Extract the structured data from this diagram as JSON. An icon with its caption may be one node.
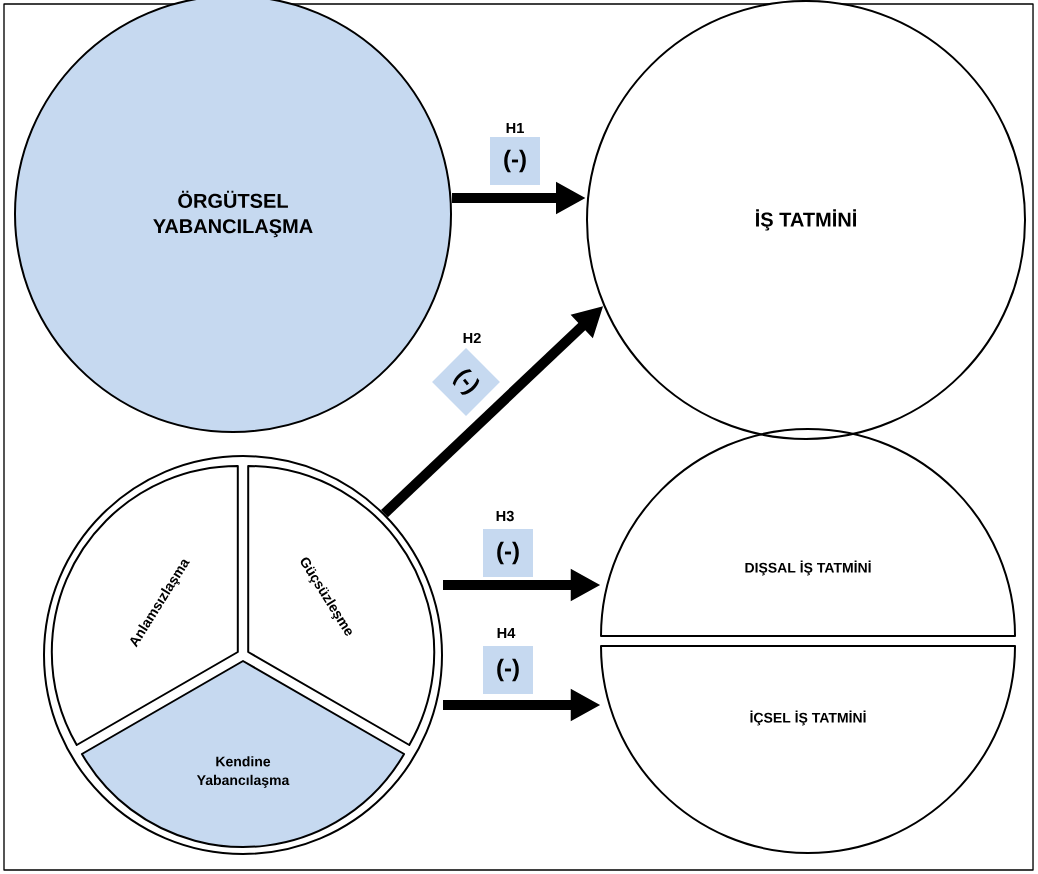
{
  "diagram": {
    "nodes": [
      {
        "text": [
          "ÖRGÜTSEL YABANCILAŞMA"
        ]
      },
      {
        "text": [
          "İŞ TATMİNİ"
        ]
      },
      {
        "text": [],
        "shape": "circle"
      },
      {
        "text": [
          "Anlamsızlaşma"
        ],
        "in": 2
      },
      {
        "text": [
          "Güçsüzleşme"
        ],
        "in": 2
      },
      {
        "text": [
          "Kendine Yabancılaşma"
        ],
        "in": 2
      },
      {
        "text": [
          "DIŞSAL İŞ TATMİNİ"
        ]
      },
      {
        "text": [
          "İÇSEL İŞ TATMİNİ"
        ]
      }
    ],
    "edges": [
      {
        "from": 0,
        "to": 1,
        "arrow": "to",
        "label": "(-)"
      },
      {
        "from": 2,
        "to": 1,
        "arrow": "to",
        "label": "(-)"
      },
      {
        "from": 2,
        "to": 6,
        "arrow": "to",
        "label": "(-)"
      },
      {
        "from": 2,
        "to": 7,
        "arrow": "to",
        "label": "(-)"
      }
    ],
    "labels": [
      "H1",
      "H2",
      "H3",
      "H4"
    ]
  }
}
